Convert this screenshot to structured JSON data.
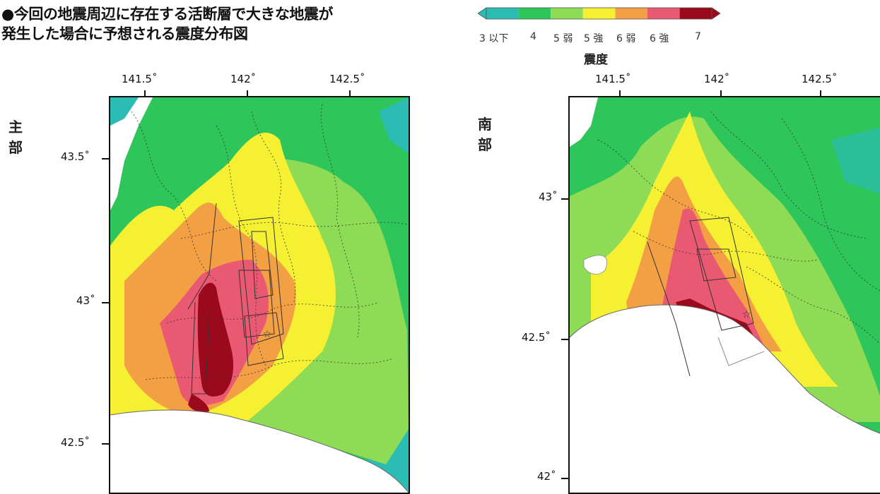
{
  "title_line1": "●今回の地震周辺に存在する活断層で大きな地震が",
  "title_line2": "発生した場合に予想される震度分布図",
  "legend": {
    "title": "震度",
    "items": [
      {
        "label": "3 以下",
        "color": "#2bbcb4"
      },
      {
        "label": "4",
        "color": "#2ec55a"
      },
      {
        "label": "5 弱",
        "color": "#8edc56"
      },
      {
        "label": "5 強",
        "color": "#f5f032"
      },
      {
        "label": "6 弱",
        "color": "#f3a044"
      },
      {
        "label": "6 強",
        "color": "#e95a72"
      },
      {
        "label": "7",
        "color": "#9b0a1c"
      }
    ]
  },
  "panels": [
    {
      "name": "主部",
      "lon_ticks": [
        "141.5˚",
        "142˚",
        "142.5˚"
      ],
      "lat_ticks": [
        "43.5˚",
        "43˚",
        "42.5˚"
      ]
    },
    {
      "name": "南部",
      "lon_ticks": [
        "141.5˚",
        "142˚",
        "142.5˚"
      ],
      "lat_ticks": [
        "43˚",
        "42.5˚",
        "42˚"
      ]
    }
  ],
  "epicenter_symbol": "☆"
}
